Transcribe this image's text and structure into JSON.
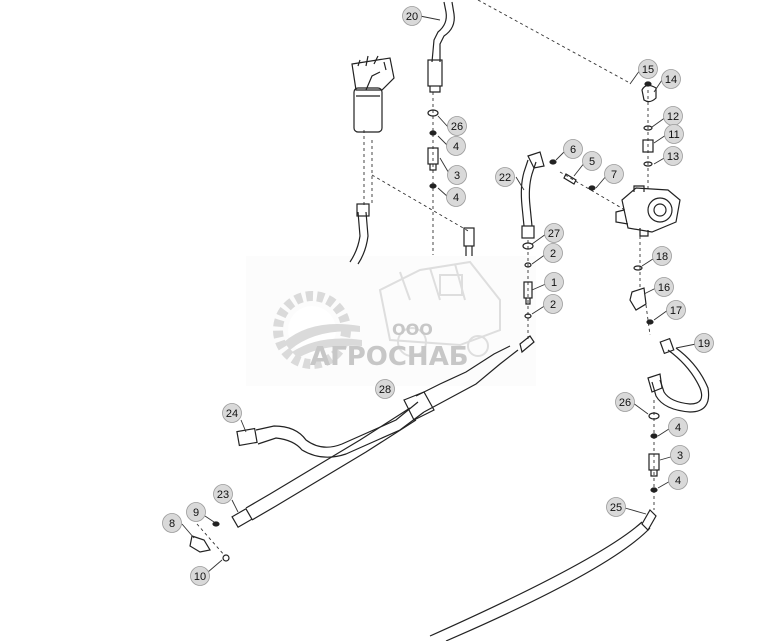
{
  "diagram": {
    "callouts": [
      {
        "id": "c20",
        "label": "20"
      },
      {
        "id": "c15",
        "label": "15"
      },
      {
        "id": "c14",
        "label": "14"
      },
      {
        "id": "c12",
        "label": "12"
      },
      {
        "id": "c11",
        "label": "11"
      },
      {
        "id": "c13",
        "label": "13"
      },
      {
        "id": "c26a",
        "label": "26"
      },
      {
        "id": "c4a",
        "label": "4"
      },
      {
        "id": "c3a",
        "label": "3"
      },
      {
        "id": "c4b",
        "label": "4"
      },
      {
        "id": "c6",
        "label": "6"
      },
      {
        "id": "c5",
        "label": "5"
      },
      {
        "id": "c7",
        "label": "7"
      },
      {
        "id": "c22",
        "label": "22"
      },
      {
        "id": "c27",
        "label": "27"
      },
      {
        "id": "c2a",
        "label": "2"
      },
      {
        "id": "c1",
        "label": "1"
      },
      {
        "id": "c2b",
        "label": "2"
      },
      {
        "id": "c18",
        "label": "18"
      },
      {
        "id": "c16",
        "label": "16"
      },
      {
        "id": "c17",
        "label": "17"
      },
      {
        "id": "c19",
        "label": "19"
      },
      {
        "id": "c28",
        "label": "28"
      },
      {
        "id": "c24",
        "label": "24"
      },
      {
        "id": "c26b",
        "label": "26"
      },
      {
        "id": "c4c",
        "label": "4"
      },
      {
        "id": "c3b",
        "label": "3"
      },
      {
        "id": "c4d",
        "label": "4"
      },
      {
        "id": "c23",
        "label": "23"
      },
      {
        "id": "c25",
        "label": "25"
      },
      {
        "id": "c8",
        "label": "8"
      },
      {
        "id": "c9",
        "label": "9"
      },
      {
        "id": "c10",
        "label": "10"
      }
    ]
  },
  "watermark": {
    "company_form": "ООО",
    "company_name": "АГРОСНАБ"
  }
}
